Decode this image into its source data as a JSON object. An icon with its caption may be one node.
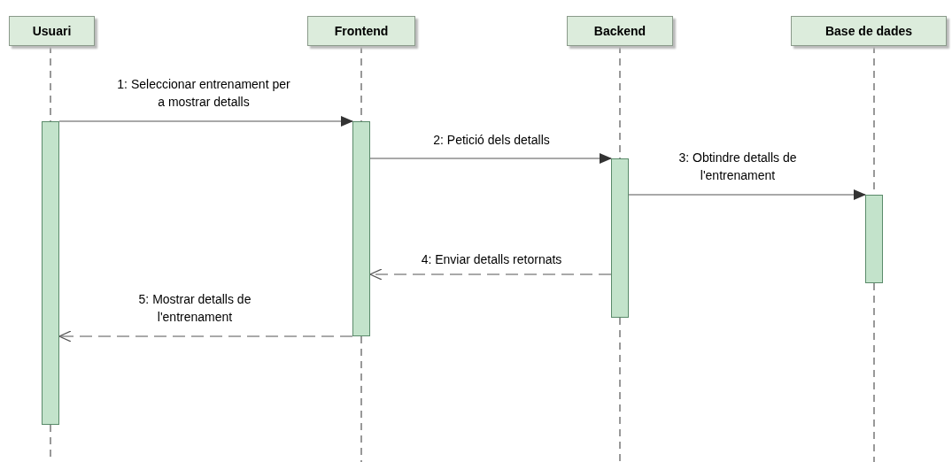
{
  "diagram": {
    "nodes": [
      {
        "text": [
          "Usuari"
        ]
      },
      {
        "text": [
          "Frontend"
        ]
      },
      {
        "text": [
          "Backend"
        ]
      },
      {
        "text": [
          "Base de dades"
        ]
      },
      {
        "text": [],
        "shape": "bar"
      },
      {
        "text": [],
        "shape": "bar"
      },
      {
        "text": [],
        "shape": "bar"
      },
      {
        "text": [],
        "shape": "bar"
      }
    ],
    "edges": [
      {
        "from": 0,
        "to": 4,
        "arrow": "none",
        "style": "dashed"
      },
      {
        "from": 1,
        "to": 5,
        "arrow": "none",
        "style": "dashed"
      },
      {
        "from": 2,
        "to": 6,
        "arrow": "none",
        "style": "dashed"
      },
      {
        "from": 3,
        "to": 7,
        "arrow": "none",
        "style": "dashed"
      },
      {
        "from": 4,
        "to": 5,
        "arrow": "to",
        "label": "1: Seleccionar entrenament per a mostrar detalls"
      },
      {
        "from": 5,
        "to": 6,
        "arrow": "to",
        "label": "2: Petició dels detalls"
      },
      {
        "from": 6,
        "to": 7,
        "arrow": "to",
        "label": "3: Obtindre detalls de l'entrenament"
      },
      {
        "from": 6,
        "to": 5,
        "arrow": "to",
        "label": "4: Enviar detalls retornats",
        "style": "dashed"
      },
      {
        "from": 5,
        "to": 4,
        "arrow": "to",
        "label": "5: Mostrar detalls de l'entrenament",
        "style": "dashed"
      }
    ]
  }
}
